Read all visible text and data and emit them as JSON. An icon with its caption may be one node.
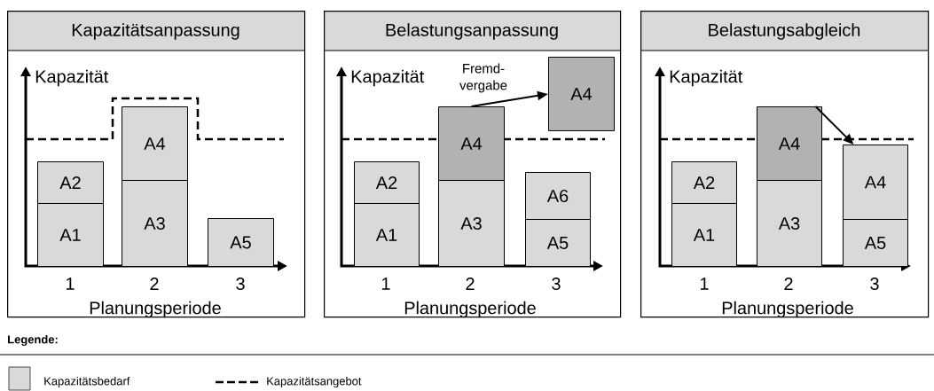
{
  "diagram": {
    "nodes": [
      {
        "text": [
          "Kapazitätsanpassung"
        ]
      },
      {
        "text": [
          "A2"
        ],
        "in": 0
      },
      {
        "text": [
          "A1"
        ],
        "in": 0
      },
      {
        "text": [
          "A4"
        ],
        "in": 0
      },
      {
        "text": [
          "A3"
        ],
        "in": 0
      },
      {
        "text": [
          "A5"
        ],
        "in": 0
      },
      {
        "text": [
          "Belastungsanpassung"
        ]
      },
      {
        "text": [
          "A2"
        ],
        "in": 6
      },
      {
        "text": [
          "A1"
        ],
        "in": 6
      },
      {
        "text": [
          "A4"
        ],
        "in": 6
      },
      {
        "text": [
          "A3"
        ],
        "in": 6
      },
      {
        "text": [
          "A4"
        ],
        "in": 6
      },
      {
        "text": [
          "A6"
        ],
        "in": 6
      },
      {
        "text": [
          "A5"
        ],
        "in": 6
      },
      {
        "text": [
          "Belastungsabgleich"
        ]
      },
      {
        "text": [
          "A2"
        ],
        "in": 14
      },
      {
        "text": [
          "A1"
        ],
        "in": 14
      },
      {
        "text": [
          "A4"
        ],
        "in": 14
      },
      {
        "text": [
          "A3"
        ],
        "in": 14
      },
      {
        "text": [
          "A4"
        ],
        "in": 14
      },
      {
        "text": [
          "A5"
        ],
        "in": 14
      }
    ],
    "edges": [
      {
        "from": 9,
        "to": 11,
        "arrow": "to",
        "label": "Fremd- vergabe"
      },
      {
        "from": 17,
        "to": 19,
        "arrow": "to"
      }
    ],
    "labels": [
      "Kapazität",
      "1",
      "2",
      "3",
      "Planungsperiode",
      "Kapazität",
      "1",
      "2",
      "3",
      "Planungsperiode",
      "Kapazität",
      "1",
      "2",
      "3",
      "Planungsperiode",
      "Legende:"
    ],
    "legend": [
      {
        "text": "Kapazitätsbedarf",
        "color": "#d9d9d9"
      },
      {
        "text": "Kapazitätsangebot"
      }
    ]
  }
}
